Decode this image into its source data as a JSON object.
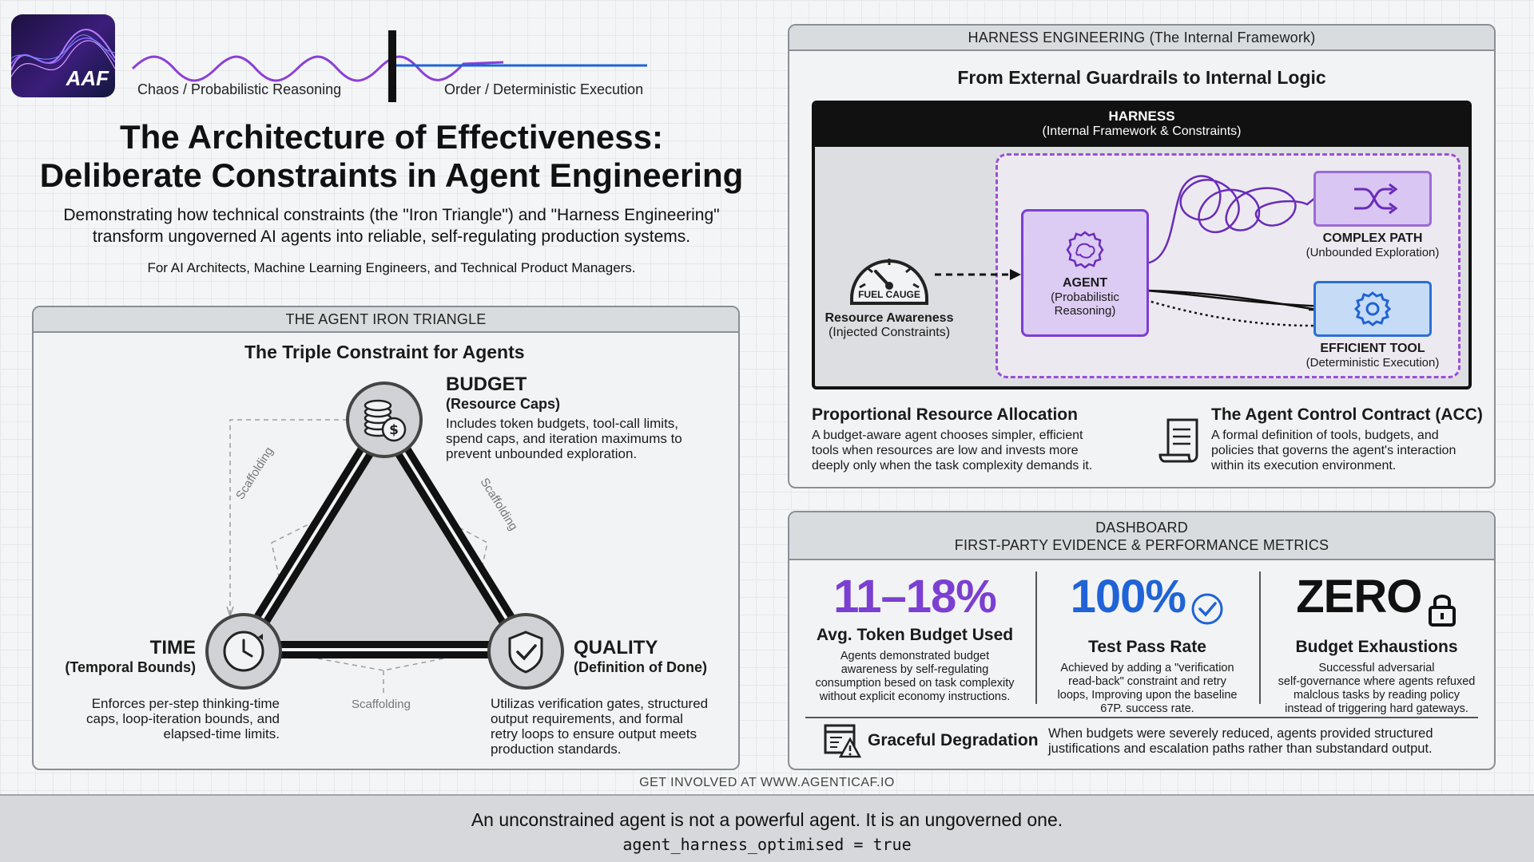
{
  "header": {
    "logo_text": "AAF",
    "chaos_label": "Chaos / Probabilistic Reasoning",
    "order_label": "Order / Deterministic Execution",
    "title_line1": "The Architecture of Effectiveness:",
    "title_line2": "Deliberate Constraints in Agent Engineering",
    "subtitle_line1": "Demonstrating how technical constraints (the \"Iron Triangle\") and \"Harness Engineering\"",
    "subtitle_line2": "transform ungoverned AI agents into reliable, self-regulating production systems.",
    "audience": "For AI Architects, Machine Learning Engineers, and Technical Product Managers."
  },
  "triangle": {
    "panel_title": "THE AGENT IRON TRIANGLE",
    "heading": "The Triple Constraint for Agents",
    "scaffold_label": "Scaffolding",
    "budget": {
      "title": "BUDGET",
      "subtitle": "(Resource Caps)",
      "desc": [
        "Includes token budgets, tool-call limits,",
        "spend caps, and iteration maximums to",
        "prevent unbounded exploration."
      ]
    },
    "time": {
      "title": "TIME",
      "subtitle": "(Temporal Bounds)",
      "desc": [
        "Enforces per-step thinking-time",
        "caps, loop-iteration bounds, and",
        "elapsed-time limits."
      ]
    },
    "quality": {
      "title": "QUALITY",
      "subtitle": "(Definition of Done)",
      "desc": [
        "Utilizas verification gates, structured",
        "output requirements, and formal",
        "retry loops to ensure output meets",
        "production standards."
      ]
    }
  },
  "harness": {
    "panel_title": "HARNESS ENGINEERING (The Internal Framework)",
    "heading": "From External Guardrails to Internal Logic",
    "box_title": "HARNESS",
    "box_subtitle": "(Internal Framework & Constraints)",
    "gauge_label": "FUEL CAUGE",
    "resource_title": "Resource Awareness",
    "resource_sub": "(Injected Constraints)",
    "agent_title": "AGENT",
    "agent_sub1": "(Probabilistic",
    "agent_sub2": "Reasoning)",
    "complex_title": "COMPLEX PATH",
    "complex_sub": "(Unbounded Exploration)",
    "tool_title": "EFFICIENT TOOL",
    "tool_sub": "(Deterministic Execution)",
    "alloc_title": "Proportional Resource Allocation",
    "alloc_desc": [
      "A budget-aware agent chooses simpler, efficient",
      "tools when resources are low and invests more",
      "deeply only when the task complexity demands it."
    ],
    "acc_title": "The Agent Control Contract (ACC)",
    "acc_desc": [
      "A formal definition of tools, budgets, and",
      "policies that governs the agent's interaction",
      "within its execution environment."
    ]
  },
  "dashboard": {
    "panel_title_line1": "DASHBOARD",
    "panel_title_line2": "FIRST-PARTY EVIDENCE & PERFORMANCE METRICS",
    "metrics": [
      {
        "value": "11–18%",
        "label": "Avg. Token Budget Used",
        "desc": [
          "Agents demonstrated budget",
          "awareness by self-regulating",
          "consumption besed on task complexity",
          "without explicit economy instructions."
        ]
      },
      {
        "value": "100%",
        "label": "Test Pass Rate",
        "desc": [
          "Achieved by adding a \"verification",
          "read-back\" constraint and retry",
          "loops, Improving upon the baseline",
          "67P. success rate."
        ]
      },
      {
        "value": "ZERO",
        "label": "Budget Exhaustions",
        "desc": [
          "Successful adversarial",
          "self-governance where agents refuxed",
          "malclous tasks by reading policy",
          "instead of triggering hard gateways."
        ]
      }
    ],
    "degradation_title": "Graceful Degradation",
    "degradation_desc": [
      "When budgets were severely reduced, agents provided structured",
      "justifications and escalation paths rather than substandard output."
    ],
    "colors": {
      "purple": "#7b3fd1",
      "blue": "#1f63d6"
    }
  },
  "footer": {
    "get_involved": "GET INVOLVED AT WWW.AGENTICAF.IO",
    "quote": "An unconstrained agent is not a powerful agent. It is an ungoverned one.",
    "code": "agent_harness_optimised = true"
  }
}
